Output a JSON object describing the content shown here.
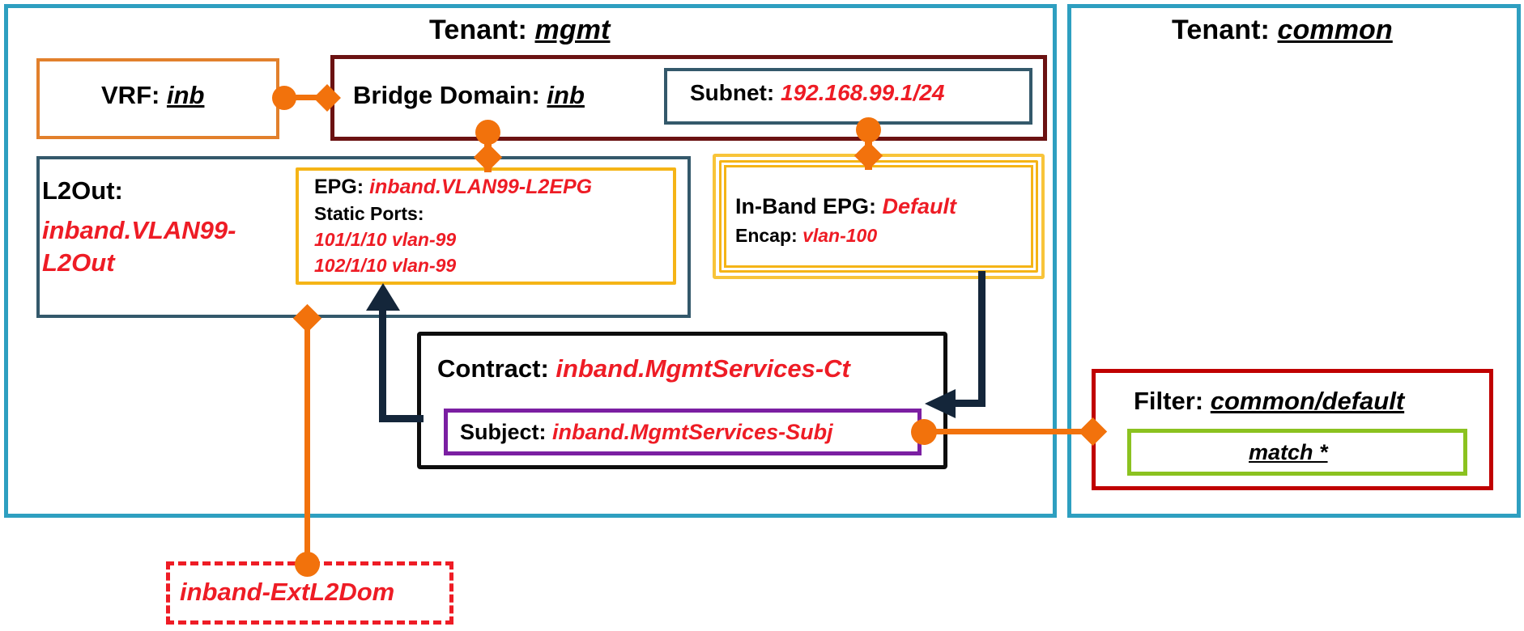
{
  "tenants": [
    {
      "title_key": "Tenant:",
      "title_value": "mgmt "
    },
    {
      "title_key": "Tenant:",
      "title_value": "common "
    }
  ],
  "mgmt": {
    "vrf": {
      "key": "VRF:",
      "value": "inb "
    },
    "bridge_domain": {
      "key": "Bridge Domain:",
      "value": "inb "
    },
    "subnet": {
      "key": "Subnet:",
      "value": "192.168.99.1/24"
    },
    "l2out": {
      "key": "L2Out:",
      "value": "inband.VLAN99-L2Out"
    },
    "epg": {
      "key": "EPG:",
      "value": "inband.VLAN99-L2EPG",
      "static_ports_label": "Static Ports:",
      "static_ports": [
        "101/1/10 vlan-99",
        "102/1/10 vlan-99"
      ]
    },
    "inband_epg": {
      "key": "In-Band EPG:",
      "value": "Default",
      "encap_key": "Encap:",
      "encap_value": "vlan-100"
    },
    "contract": {
      "key": "Contract:",
      "value": "inband.MgmtServices-Ct"
    },
    "subject": {
      "key": "Subject:",
      "value": "inband.MgmtServices-Subj"
    }
  },
  "common": {
    "filter": {
      "key": "Filter:",
      "value": "common/default"
    },
    "match": {
      "value": "match *"
    }
  },
  "external": {
    "l2_domain": "inband-ExtL2Dom"
  },
  "colors": {
    "tenant_border": "#2e9fc0",
    "vrf_border": "#e2802c",
    "bridge_domain_border": "#6b1212",
    "subnet_border": "#34596b",
    "l2out_border": "#34596b",
    "epg_border": "#f5b416",
    "inband_border": "#f8c43a",
    "contract_border": "#0d0d0d",
    "subject_border": "#7b1fa2",
    "filter_border": "#c00000",
    "match_border": "#8bc220",
    "external_border": "#ee1c25",
    "connector_orange": "#f2720c",
    "arrow_navy": "#14263a",
    "value_red": "#ee1c25"
  }
}
